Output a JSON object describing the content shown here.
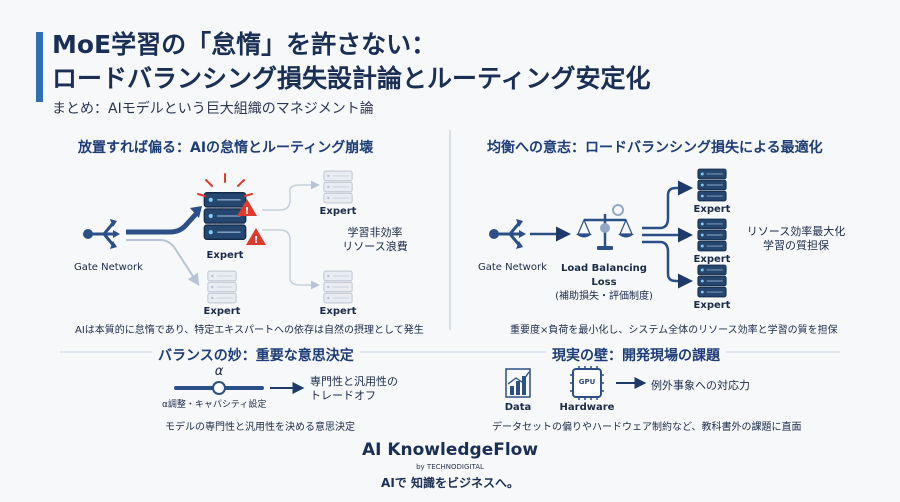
{
  "header": {
    "title_line1": "MoE学習の「怠惰」を許さない：",
    "title_line2": "ロードバランシング損失設計論とルーティング安定化",
    "subtitle": "まとめ：AIモデルという巨大組織のマネジメント論"
  },
  "left_panel": {
    "title": "放置すれば偏る：AIの怠惰とルーティング崩壊",
    "gate_label": "Gate Network",
    "overloaded_expert_label": "Expert",
    "expert_labels": [
      "Expert",
      "Expert",
      "Expert"
    ],
    "side_note_line1": "学習非効率",
    "side_note_line2": "リソース浪費",
    "caption": "AIは本質的に怠惰であり、特定エキスパートへの依存は自然の摂理として発生"
  },
  "right_panel": {
    "title": "均衡への意志：ロードバランシング損失による最適化",
    "gate_label": "Gate Network",
    "loss_label": "Load Balancing Loss",
    "loss_sub": "(補助損失・評価制度)",
    "expert_labels": [
      "Expert",
      "Expert",
      "Expert"
    ],
    "side_note_line1": "リソース効率最大化",
    "side_note_line2": "学習の質担保",
    "caption": "重要度×負荷を最小化し、システム全体のリソース効率と学習の質を担保"
  },
  "balance_panel": {
    "title": "バランスの妙：重要な意思決定",
    "alpha_symbol": "α",
    "slider_label": "α調整・キャパシティ設定",
    "value": 0.5,
    "result_line1": "専門性と汎用性の",
    "result_line2": "トレードオフ",
    "caption": "モデルの専門性と汎用性を決める意思決定"
  },
  "reality_panel": {
    "title": "現実の壁：開発現場の課題",
    "data_label": "Data",
    "hardware_label": "Hardware",
    "chip_text": "GPU",
    "result": "例外事象への対応力",
    "caption": "データセットの偏りやハードウェア制約など、教科書外の課題に直面"
  },
  "footer": {
    "brand": "AI KnowledgeFlow",
    "by": "by TECHNODIGITAL",
    "tagline": "AIで 知識をビジネスへ。"
  },
  "colors": {
    "accent": "#2e6fb8",
    "navy": "#1b2f55",
    "alert": "#e03a2f",
    "warning": "#f0b429"
  }
}
